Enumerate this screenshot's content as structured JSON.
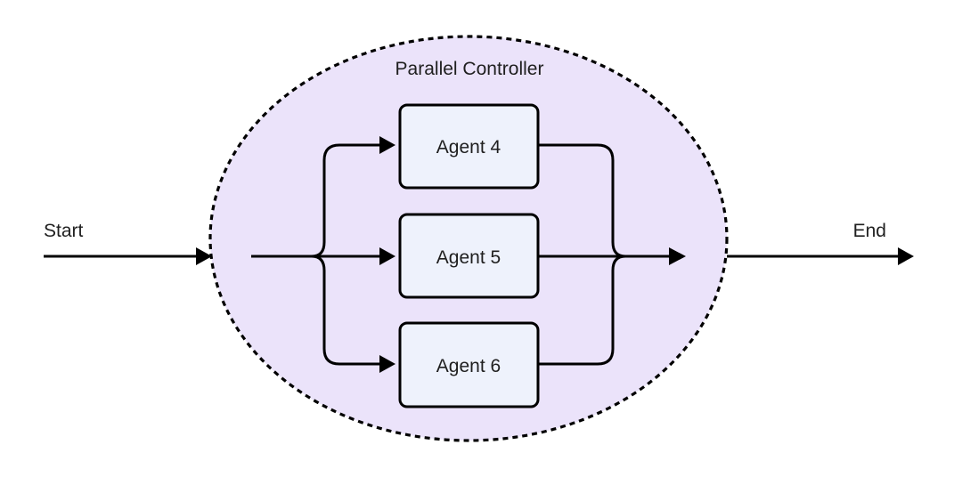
{
  "diagram": {
    "start_label": "Start",
    "end_label": "End",
    "controller_label": "Parallel Controller",
    "agents": [
      {
        "label": "Agent 4"
      },
      {
        "label": "Agent 5"
      },
      {
        "label": "Agent 6"
      }
    ]
  },
  "colors": {
    "controller_fill": "#ebe3fa",
    "agent_fill": "#eef2fc",
    "stroke": "#000000",
    "text": "#1f1f1f"
  }
}
